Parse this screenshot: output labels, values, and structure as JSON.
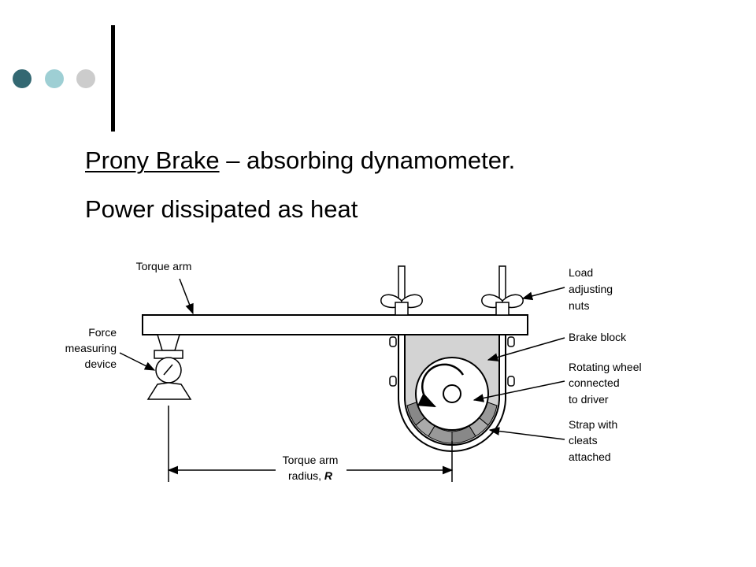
{
  "slide": {
    "accent_dots": [
      "#336872",
      "#9ecfd4",
      "#cccccc"
    ],
    "heading": {
      "term": "Prony Brake",
      "rest": " – absorbing dynamometer."
    },
    "subheading": "Power dissipated as heat"
  },
  "diagram": {
    "labels": {
      "torque_arm": "Torque arm",
      "force_1": "Force",
      "force_2": "measuring",
      "force_3": "device",
      "load_1": "Load",
      "load_2": "adjusting",
      "load_3": "nuts",
      "brake_block": "Brake block",
      "wheel_1": "Rotating wheel",
      "wheel_2": "connected",
      "wheel_3": "to driver",
      "strap_1": "Strap with",
      "strap_2": "cleats",
      "strap_3": "attached",
      "radius_1": "Torque arm",
      "radius_2": "radius, ",
      "radius_var": "R"
    }
  }
}
